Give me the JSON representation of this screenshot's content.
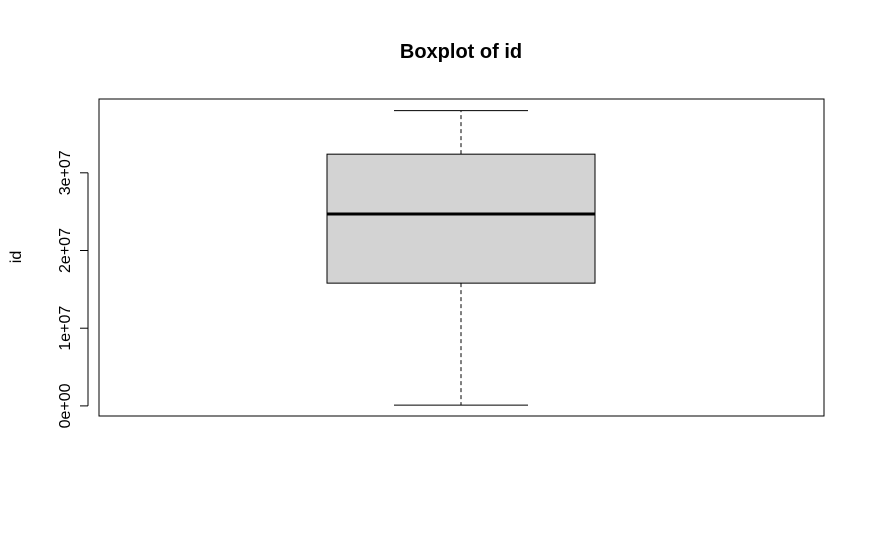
{
  "chart_data": {
    "type": "boxplot",
    "title": "Boxplot of id",
    "xlabel": "",
    "ylabel": "id",
    "ylim": [
      -1300000,
      39500000
    ],
    "y_ticks": [
      0,
      10000000,
      20000000,
      30000000
    ],
    "y_tick_labels": [
      "0e+00",
      "1e+07",
      "2e+07",
      "3e+07"
    ],
    "box": {
      "min": 100000,
      "q1": 15800000,
      "median": 24700000,
      "q3": 32400000,
      "max": 38000000
    },
    "box_color": "#d3d3d3",
    "line_color": "#000000",
    "grid": false,
    "legend": "none"
  }
}
